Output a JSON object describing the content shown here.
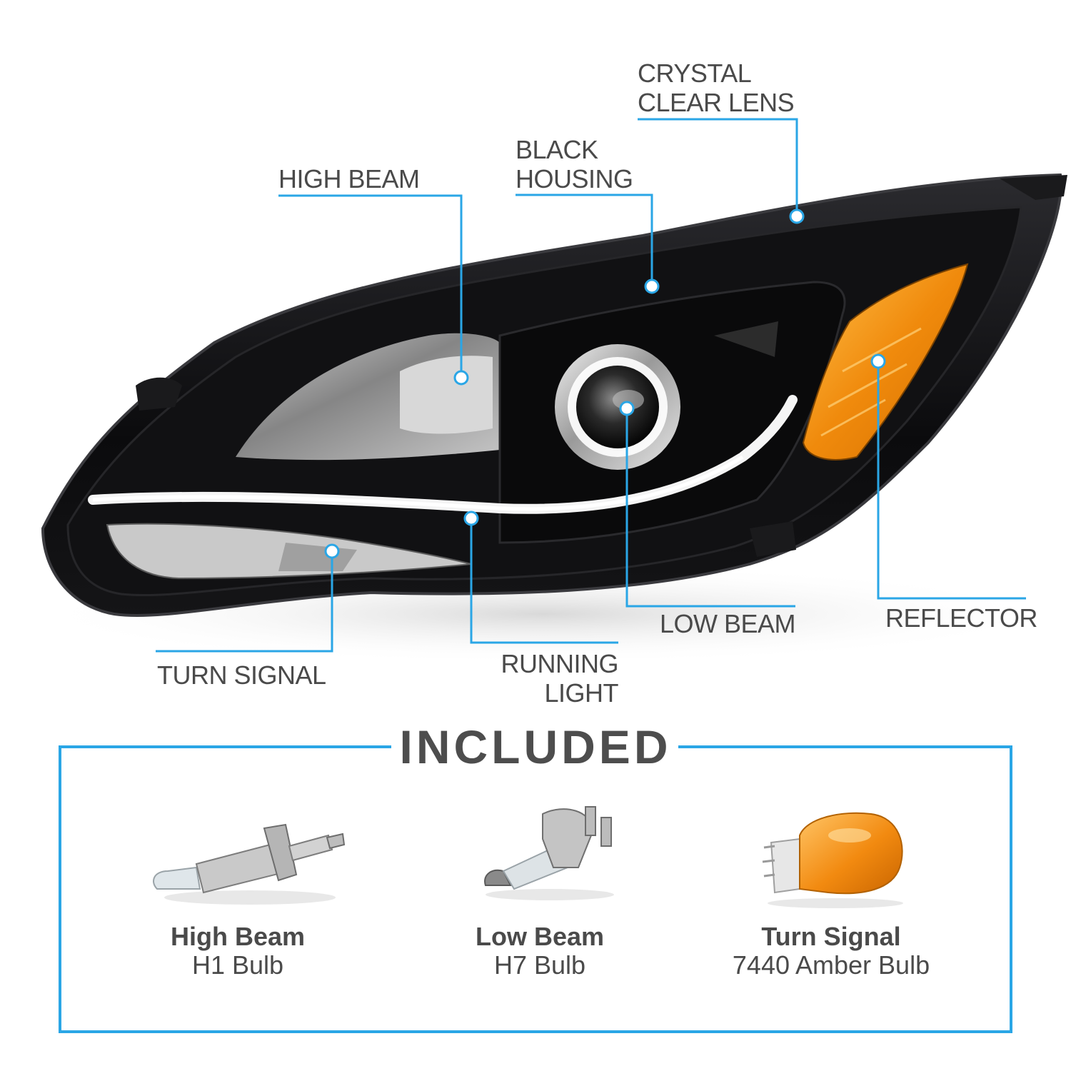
{
  "callouts": {
    "crystal_clear_lens": [
      "CRYSTAL",
      "CLEAR LENS"
    ],
    "black_housing": [
      "BLACK",
      "HOUSING"
    ],
    "high_beam": "HIGH BEAM",
    "reflector": "REFLECTOR",
    "low_beam": "LOW BEAM",
    "running_light": [
      "RUNNING",
      "LIGHT"
    ],
    "turn_signal": "TURN SIGNAL"
  },
  "included": {
    "title": "INCLUDED",
    "items": [
      {
        "name": "High Beam",
        "bulb": "H1 Bulb"
      },
      {
        "name": "Low Beam",
        "bulb": "H7 Bulb"
      },
      {
        "name": "Turn Signal",
        "bulb": "7440 Amber Bulb"
      }
    ]
  },
  "colors": {
    "callout_line": "#2aa6e6",
    "label_text": "#4a4a4a",
    "housing": "#0d0d0f",
    "amber": "#f59a12"
  },
  "icons": [
    "headlight-assembly-image",
    "h1-bulb-image",
    "h7-bulb-image",
    "7440-amber-bulb-image"
  ]
}
